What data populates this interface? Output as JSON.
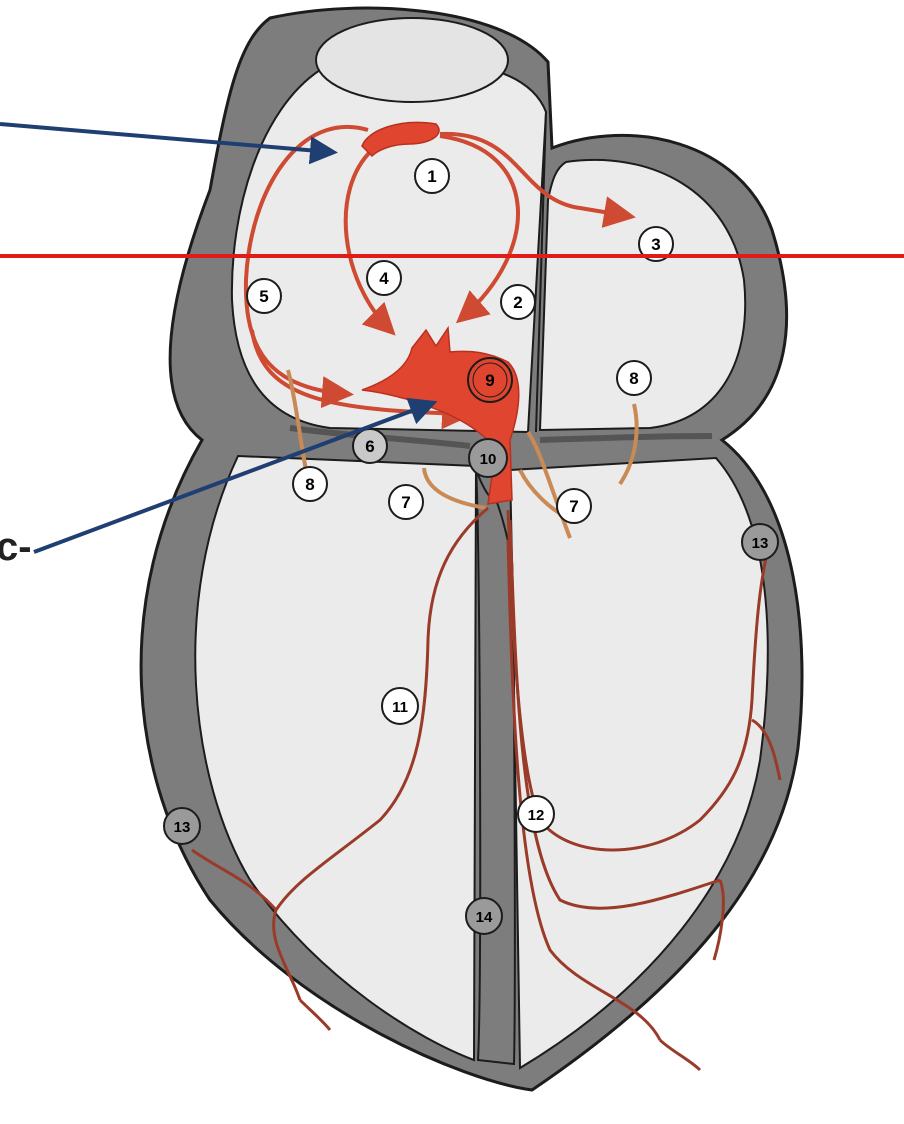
{
  "diagram": {
    "type": "heart-conduction-system",
    "labels": [
      "1",
      "2",
      "3",
      "4",
      "5",
      "6",
      "7",
      "7",
      "8",
      "8",
      "9",
      "10",
      "11",
      "12",
      "13",
      "13",
      "14"
    ],
    "edge_text": "c-"
  },
  "colors": {
    "background": "#ffffff",
    "wall": "#7d7d7e",
    "wall_stroke": "#1c1c1c",
    "chamber": "#ebebeb",
    "pathway": "#cf4a32",
    "node": "#e0452f",
    "purkinje": "#9a3b2a",
    "branch": "#c98a55",
    "pointer_arrow": "#1f3f72",
    "cut_line": "#e01b1b"
  }
}
